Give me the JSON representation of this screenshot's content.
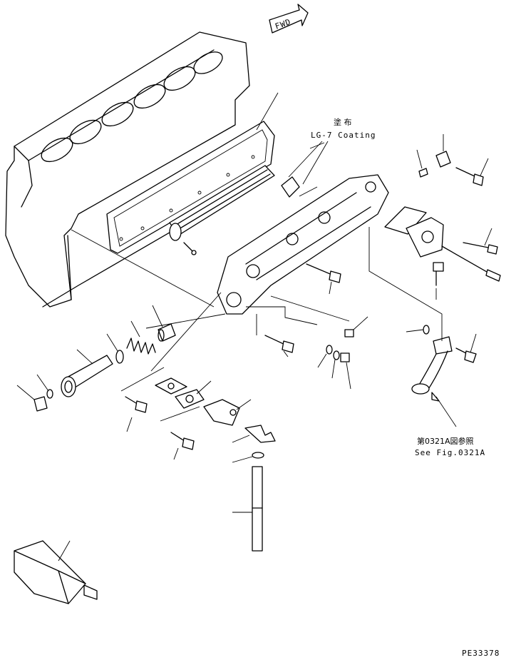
{
  "fwd_label": "FWD",
  "coating": {
    "japanese": "塗 布",
    "english": "LG-7 Coating"
  },
  "reference": {
    "japanese": "第0321A図参照",
    "english": "See Fig.0321A"
  },
  "figure_code": "PE33378"
}
